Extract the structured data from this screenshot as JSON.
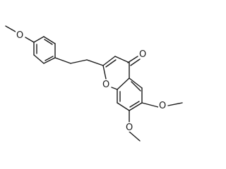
{
  "molecule": {
    "atom_labels": {
      "methoxy_top_o": "O",
      "ring_o": "O",
      "carbonyl_o": "O",
      "methoxy_6_o": "O",
      "methoxy_7_o": "O"
    },
    "colors": {
      "bond": "#1a1a1a",
      "text": "#1a1a1a",
      "background": "#ffffff"
    }
  }
}
